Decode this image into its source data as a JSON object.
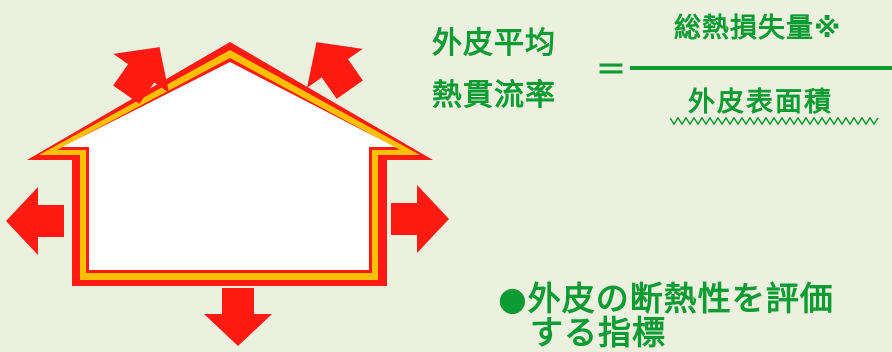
{
  "formula": {
    "lhs_line1": "外皮平均",
    "lhs_line2": "熱貫流率",
    "equals": "＝",
    "numerator": "総熱損失量※",
    "denominator": "外皮表面積"
  },
  "note": {
    "line1": "●外皮の断熱性を評価",
    "line2": "する指標"
  },
  "colors": {
    "background": "#ecf0df",
    "text_green": "#0d9c34",
    "arrow_red": "#ff1a12",
    "wall_red": "#ff1a12",
    "insulation_yellow": "#ffc000",
    "interior": "#ffffff"
  }
}
